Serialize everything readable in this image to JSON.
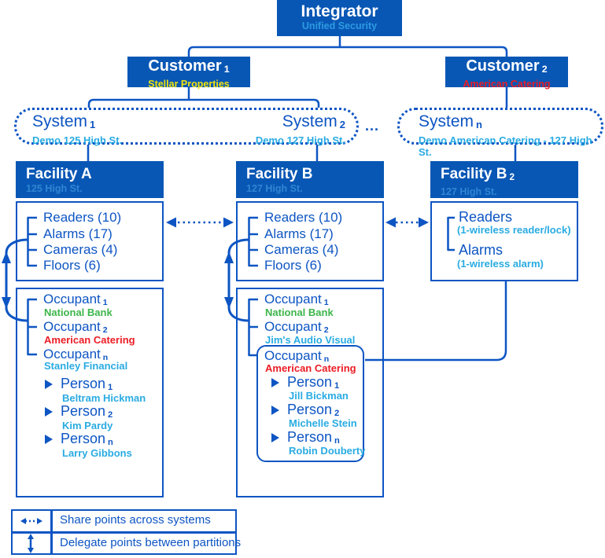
{
  "diagram": {
    "integrator": {
      "title": "Integrator",
      "subtitle": "Unified Security"
    },
    "customers": [
      {
        "label": "Customer",
        "sub": "1",
        "company": "Stellar Properties",
        "company_color": "#f2e30e"
      },
      {
        "label": "Customer",
        "sub": "2",
        "company": "American Catering",
        "company_color": "#ec1c24"
      }
    ],
    "systems": [
      {
        "label": "System",
        "sub": "1",
        "subtitle": "Demo 125 High St."
      },
      {
        "label": "System",
        "sub": "2",
        "subtitle": "Demo 127 High St."
      },
      {
        "label": "System",
        "sub": "n",
        "subtitle": "Demo American Catering - 127 High St."
      }
    ],
    "ellipsis": "...",
    "facilities": [
      {
        "title": "Facility A",
        "sub": "",
        "address": "125 High St.",
        "devices": [
          "Readers (10)",
          "Alarms (17)",
          "Cameras (4)",
          "Floors (6)"
        ],
        "occupants": [
          {
            "label": "Occupant",
            "sub": "1",
            "company": "National Bank",
            "company_color": "#3db54a"
          },
          {
            "label": "Occupant",
            "sub": "2",
            "company": "American Catering",
            "company_color": "#ec1c24"
          },
          {
            "label": "Occupant",
            "sub": "n",
            "company": "Stanley Financial",
            "company_color": "#29abe2"
          }
        ],
        "persons": [
          {
            "label": "Person",
            "sub": "1",
            "name": "Beltram Hickman"
          },
          {
            "label": "Person",
            "sub": "2",
            "name": "Kim Pardy"
          },
          {
            "label": "Person",
            "sub": "n",
            "name": "Larry Gibbons"
          }
        ]
      },
      {
        "title": "Facility B",
        "sub": "",
        "address": "127 High St.",
        "devices": [
          "Readers (10)",
          "Alarms (17)",
          "Cameras (4)",
          "Floors (6)"
        ],
        "occupants": [
          {
            "label": "Occupant",
            "sub": "1",
            "company": "National Bank",
            "company_color": "#3db54a"
          },
          {
            "label": "Occupant",
            "sub": "2",
            "company": "Jim's Audio Visual",
            "company_color": "#29abe2"
          },
          {
            "label": "Occupant",
            "sub": "n",
            "company": "American Catering",
            "company_color": "#ec1c24"
          }
        ],
        "persons": [
          {
            "label": "Person",
            "sub": "1",
            "name": "Jill Bickman"
          },
          {
            "label": "Person",
            "sub": "2",
            "name": "Michelle Stein"
          },
          {
            "label": "Person",
            "sub": "n",
            "name": "Robin Douberty"
          }
        ]
      },
      {
        "title": "Facility B",
        "sub": "2",
        "address": "127 High St.",
        "devices_wireless": [
          {
            "label": "Readers",
            "note": "(1-wireless reader/lock)"
          },
          {
            "label": "Alarms",
            "note": "(1-wireless alarm)"
          }
        ]
      }
    ],
    "legend": {
      "items": [
        {
          "icon": "share-dotted-arrow",
          "label": "Share points across systems"
        },
        {
          "icon": "delegate-vertical-arrow",
          "label": "Delegate points between partitions"
        }
      ]
    },
    "colors": {
      "node_fill": "#0857b5",
      "line_blue": "#0d55c3",
      "cyan": "#29abe2",
      "green": "#3db54a",
      "red": "#ec1c24",
      "yellow": "#f2e30e",
      "facility_address": "#2f86d2",
      "integrator_subtitle": "#2d9be2"
    }
  }
}
